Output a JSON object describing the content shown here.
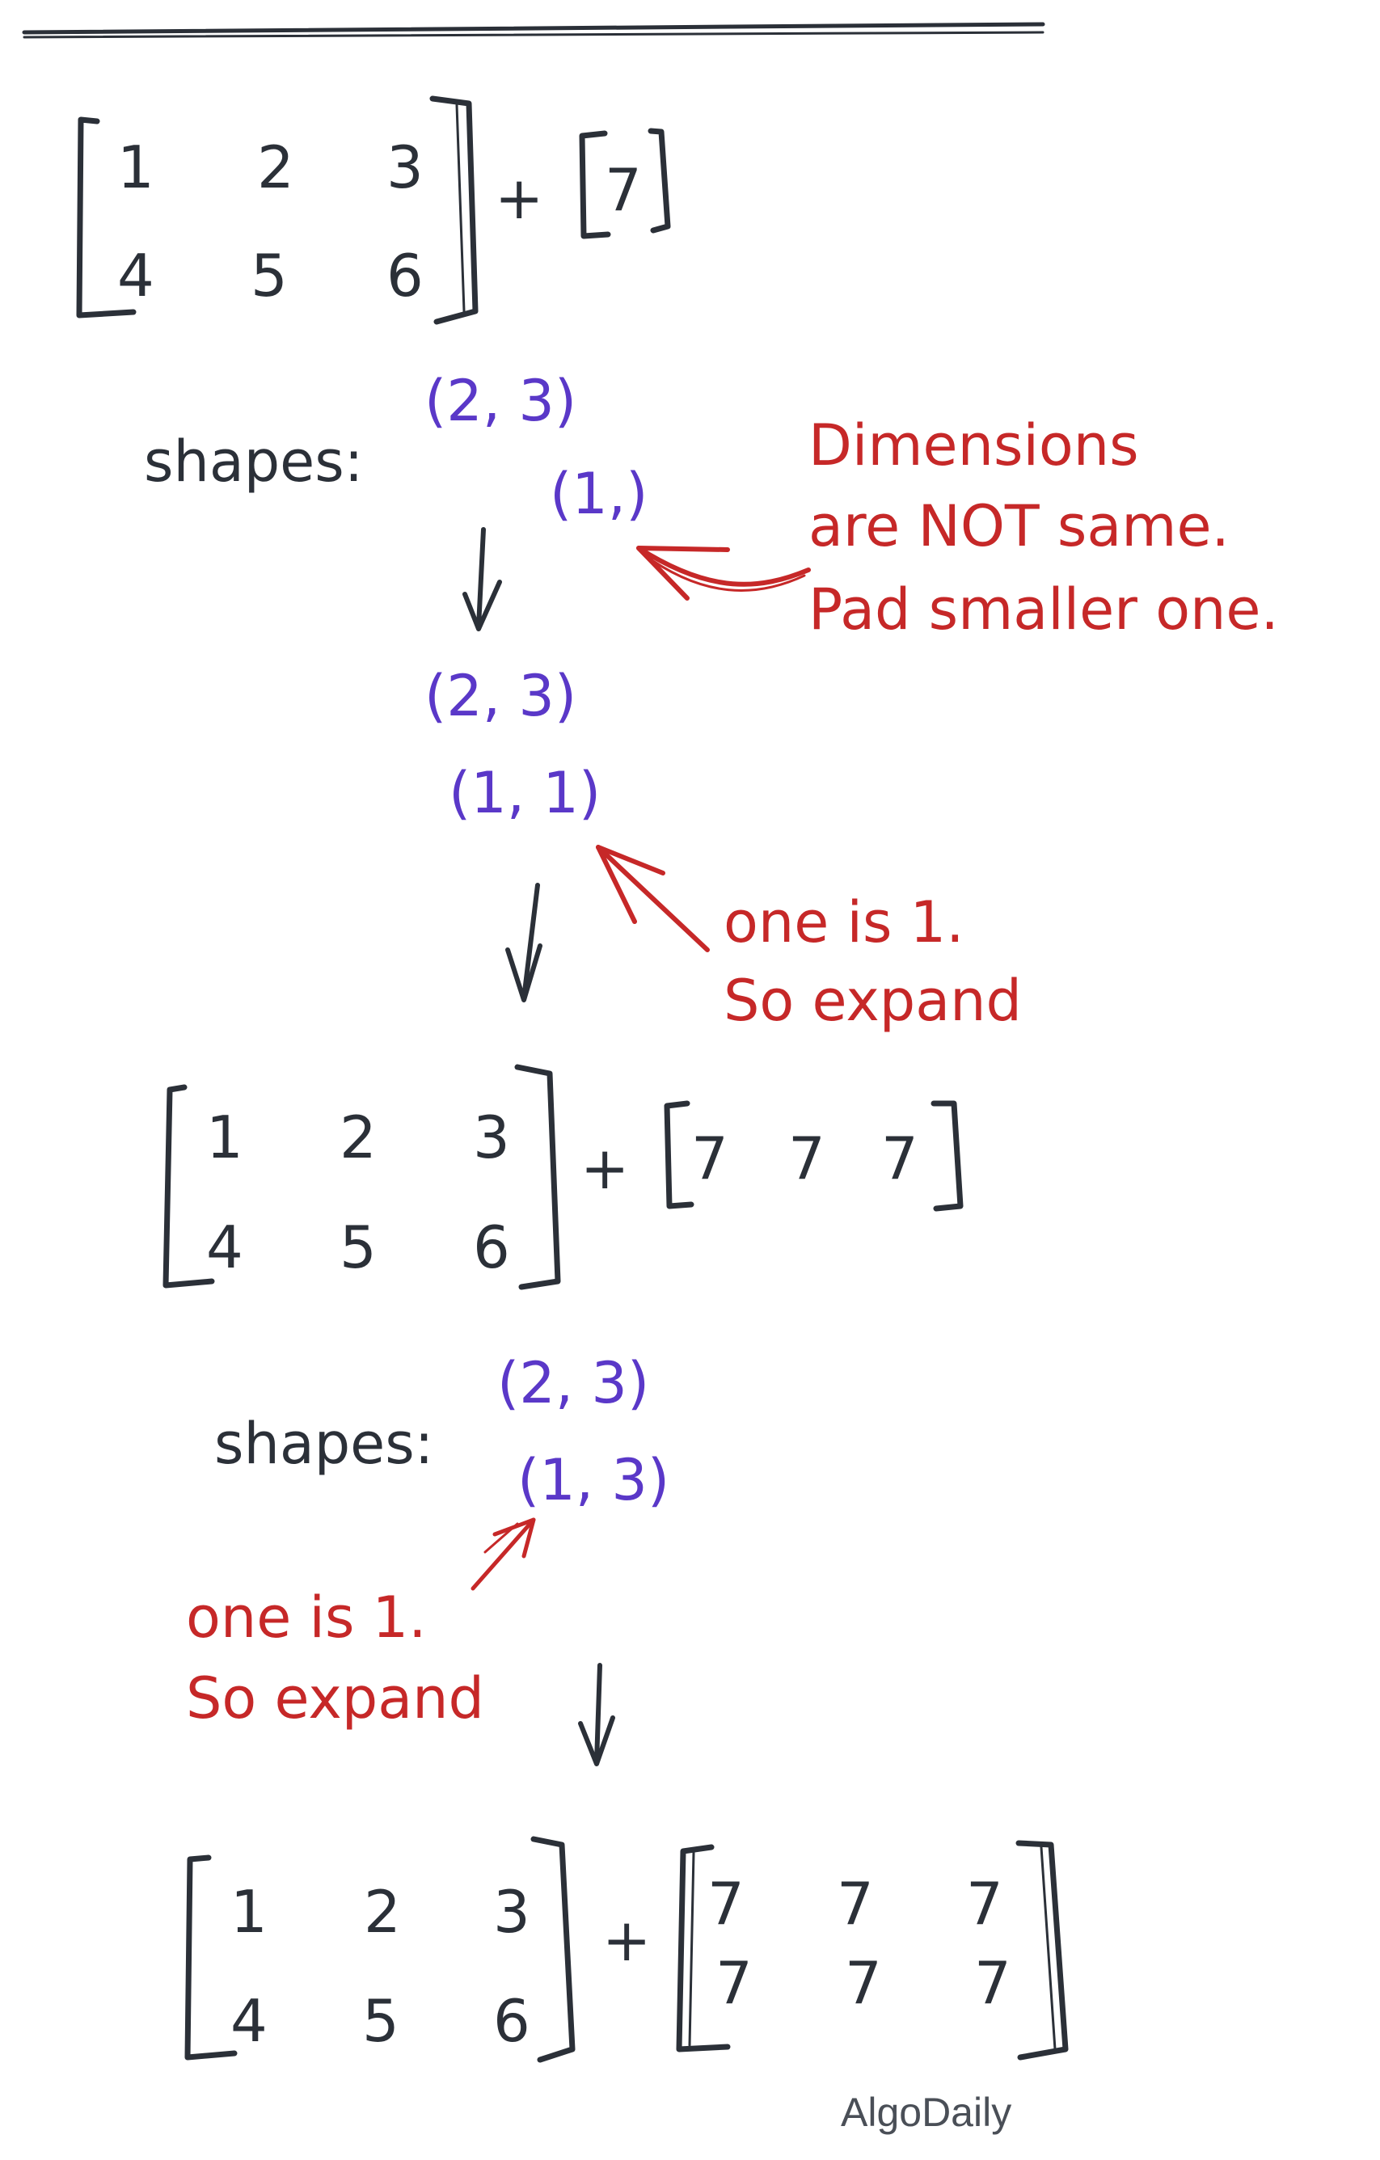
{
  "colors": {
    "ink": "#2b3038",
    "shape": "#5a38c8",
    "note": "#c62828",
    "watermark": "#4a4f57"
  },
  "step1": {
    "matrix_a": [
      [
        "1",
        "2",
        "3"
      ],
      [
        "4",
        "5",
        "6"
      ]
    ],
    "plus": "+",
    "matrix_b": [
      [
        "7"
      ]
    ]
  },
  "shapes1": {
    "label": "shapes:",
    "shape_a": "(2, 3)",
    "shape_b": "(1,)",
    "note_lines": [
      "Dimensions",
      "are NOT same.",
      "Pad smaller one."
    ]
  },
  "padded": {
    "shape_a": "(2, 3)",
    "shape_b": "(1,  1)",
    "note_lines": [
      "one is 1.",
      "So expand"
    ]
  },
  "step2": {
    "matrix_a": [
      [
        "1",
        "2",
        "3"
      ],
      [
        "4",
        "5",
        "6"
      ]
    ],
    "plus": "+",
    "matrix_b": [
      [
        "7",
        "7",
        "7"
      ]
    ]
  },
  "shapes2": {
    "label": "shapes:",
    "shape_a": "(2, 3)",
    "shape_b": "(1, 3)",
    "note_lines": [
      "one is 1.",
      "So expand"
    ]
  },
  "step3": {
    "matrix_a": [
      [
        "1",
        "2",
        "3"
      ],
      [
        "4",
        "5",
        "6"
      ]
    ],
    "plus": "+",
    "matrix_b": [
      [
        "7",
        "7",
        "7"
      ],
      [
        "7",
        "7",
        "7"
      ]
    ]
  },
  "watermark": "AlgoDaily"
}
